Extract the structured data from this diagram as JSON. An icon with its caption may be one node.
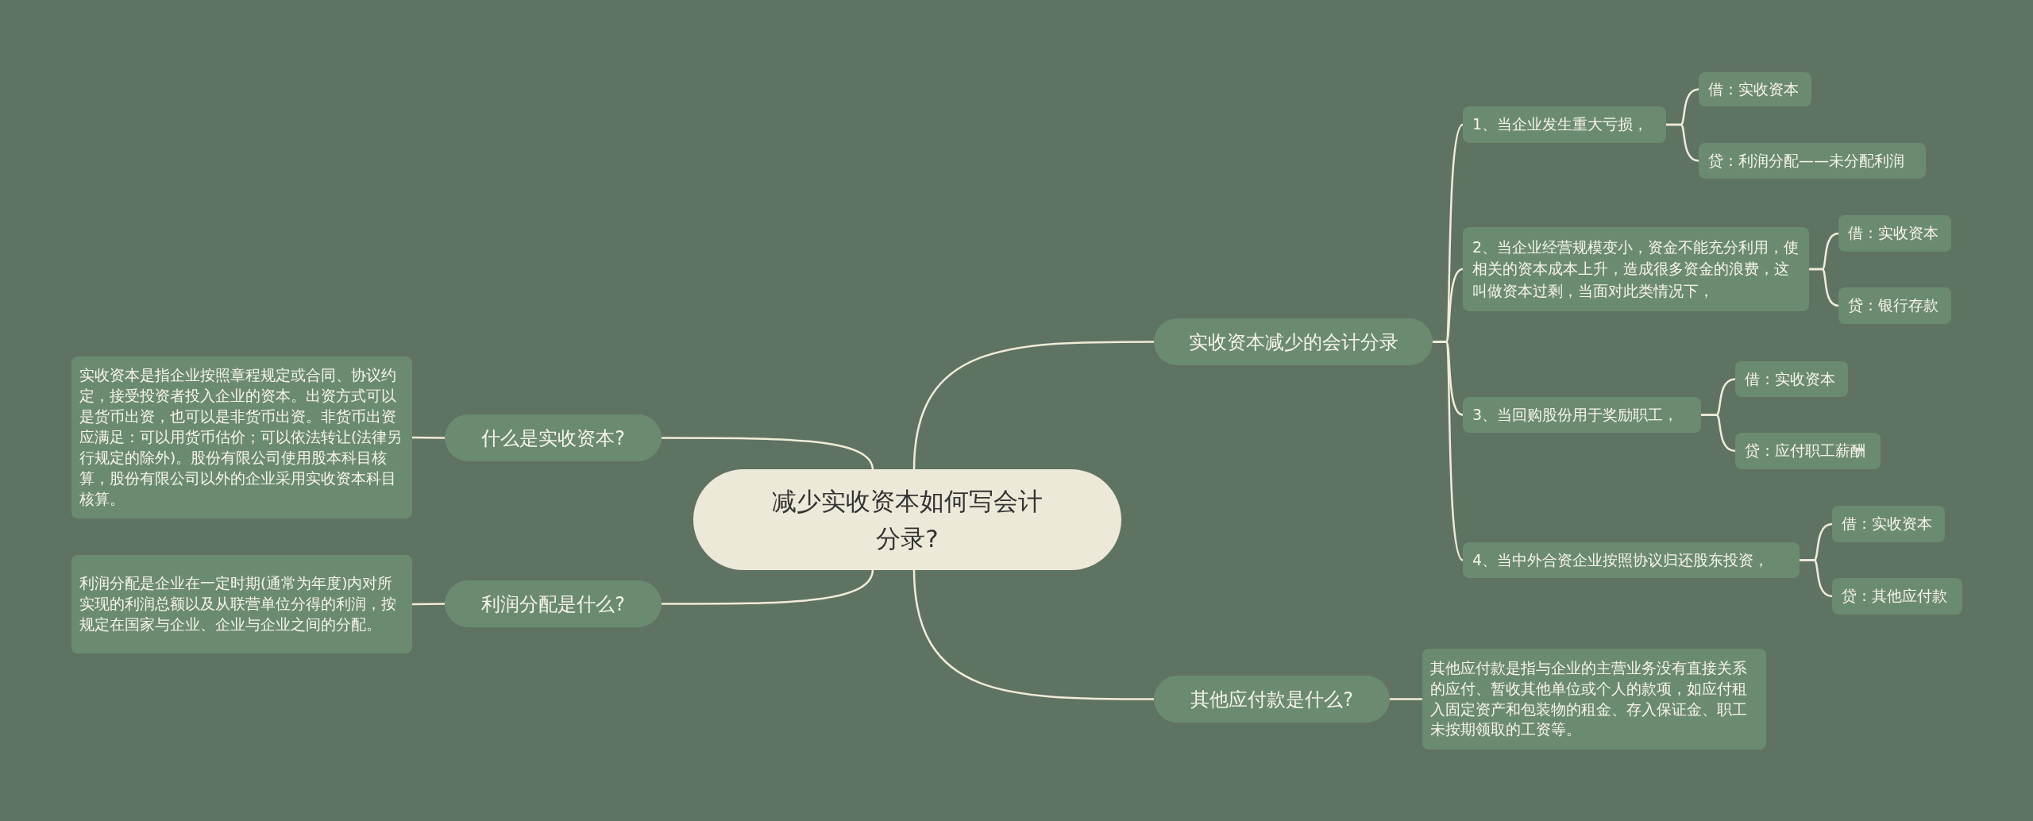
{
  "diagram": {
    "nodes": [
      {
        "text": [
          "减少实收资本如何写会计分录?"
        ]
      },
      {
        "text": [
          "实收资本减少的会计分录"
        ]
      },
      {
        "text": [
          "1、当企业发生重大亏损，"
        ]
      },
      {
        "text": [
          "借：实收资本"
        ]
      },
      {
        "text": [
          "贷：利润分配——未分配利润"
        ]
      },
      {
        "text": [
          "2、当企业经营规模变小，资金不能充分利用，使相关的资本成本上升，造成很多资金的浪费，这叫做资本过剩，当面对此类情况下，"
        ]
      },
      {
        "text": [
          "借：实收资本"
        ]
      },
      {
        "text": [
          "贷：银行存款"
        ]
      },
      {
        "text": [
          "3、当回购股份用于奖励职工，"
        ]
      },
      {
        "text": [
          "借：实收资本"
        ]
      },
      {
        "text": [
          "贷：应付职工薪酬"
        ]
      },
      {
        "text": [
          "4、当中外合资企业按照协议归还股东投资，"
        ]
      },
      {
        "text": [
          "借：实收资本"
        ]
      },
      {
        "text": [
          "贷：其他应付款"
        ]
      },
      {
        "text": [
          "其他应付款是什么?"
        ]
      },
      {
        "text": [
          "其他应付款是指与企业的主营业务没有直接关系的应付、暂收其他单位或个人的款项，如应付租入固定资产和包装物的租金、存入保证金、职工未按期领取的工资等。"
        ]
      },
      {
        "text": [
          "什么是实收资本?"
        ]
      },
      {
        "text": [
          "实收资本是指企业按照章程规定或合同、协议约定，接受投资者投入企业的资本。出资方式可以是货币出资，也可以是非货币出资。非货币出资应满足：可以用货币估价；可以依法转让(法律另行规定的除外)。股份有限公司使用股本科目核算，股份有限公司以外的企业采用实收资本科目核算。"
        ]
      },
      {
        "text": [
          "利润分配是什么?"
        ]
      },
      {
        "text": [
          "利润分配是企业在一定时期(通常为年度)内对所实现的利润总额以及从联营单位分得的利润，按规定在国家与企业、企业与企业之间的分配。"
        ]
      }
    ],
    "edges": [
      {
        "from": 0,
        "to": 1,
        "arrow": "none"
      },
      {
        "from": 1,
        "to": 2,
        "arrow": "none"
      },
      {
        "from": 2,
        "to": 3,
        "arrow": "none"
      },
      {
        "from": 2,
        "to": 4,
        "arrow": "none"
      },
      {
        "from": 1,
        "to": 5,
        "arrow": "none"
      },
      {
        "from": 5,
        "to": 6,
        "arrow": "none"
      },
      {
        "from": 5,
        "to": 7,
        "arrow": "none"
      },
      {
        "from": 1,
        "to": 8,
        "arrow": "none"
      },
      {
        "from": 8,
        "to": 9,
        "arrow": "none"
      },
      {
        "from": 8,
        "to": 10,
        "arrow": "none"
      },
      {
        "from": 1,
        "to": 11,
        "arrow": "none"
      },
      {
        "from": 11,
        "to": 12,
        "arrow": "none"
      },
      {
        "from": 11,
        "to": 13,
        "arrow": "none"
      },
      {
        "from": 0,
        "to": 14,
        "arrow": "none"
      },
      {
        "from": 14,
        "to": 15,
        "arrow": "none"
      },
      {
        "from": 0,
        "to": 16,
        "arrow": "none"
      },
      {
        "from": 16,
        "to": 17,
        "arrow": "none"
      },
      {
        "from": 0,
        "to": 18,
        "arrow": "none"
      },
      {
        "from": 18,
        "to": 19,
        "arrow": "none"
      }
    ]
  }
}
